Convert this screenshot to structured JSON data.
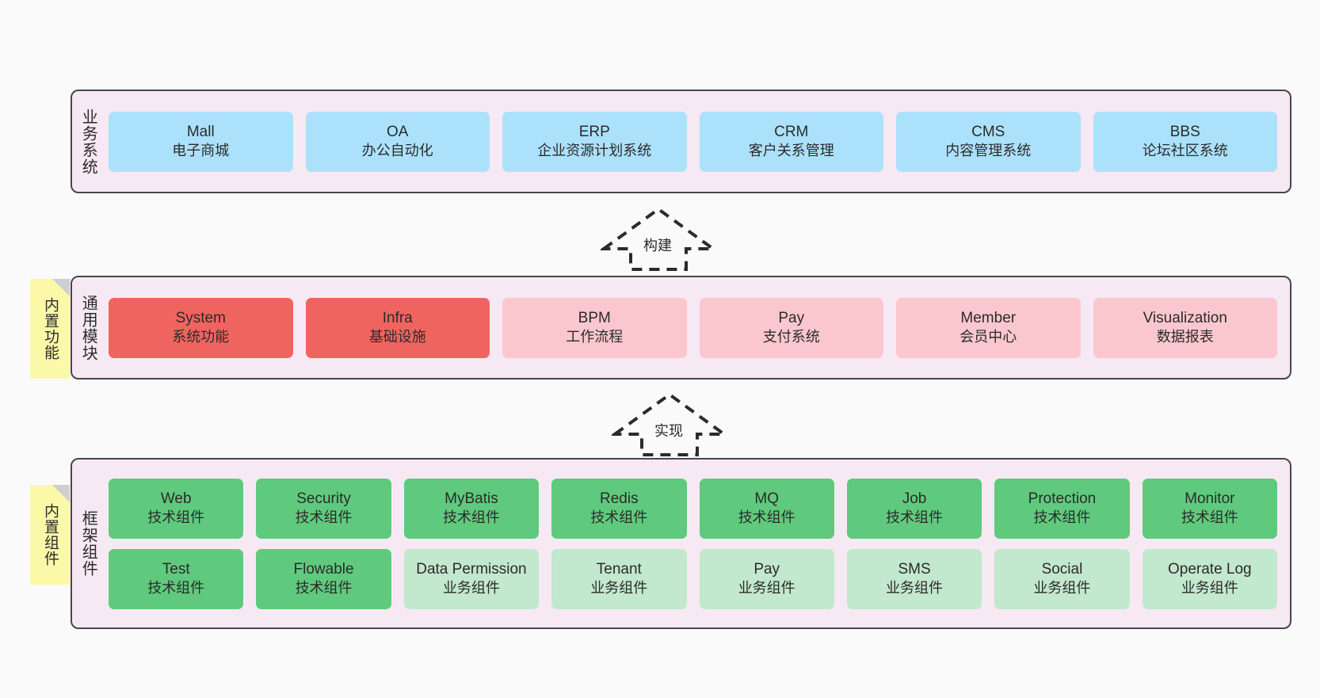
{
  "tiers": [
    {
      "id": "business-system",
      "title": "业务系统",
      "rows": [
        [
          {
            "name": "Mall",
            "sub": "电子商城",
            "color": "blue"
          },
          {
            "name": "OA",
            "sub": "办公自动化",
            "color": "blue"
          },
          {
            "name": "ERP",
            "sub": "企业资源计划系统",
            "color": "blue"
          },
          {
            "name": "CRM",
            "sub": "客户关系管理",
            "color": "blue"
          },
          {
            "name": "CMS",
            "sub": "内容管理系统",
            "color": "blue"
          },
          {
            "name": "BBS",
            "sub": "论坛社区系统",
            "color": "blue"
          }
        ]
      ]
    },
    {
      "id": "common-module",
      "title": "通用模块",
      "note": "内置功能",
      "rows": [
        [
          {
            "name": "System",
            "sub": "系统功能",
            "color": "red"
          },
          {
            "name": "Infra",
            "sub": "基础设施",
            "color": "red"
          },
          {
            "name": "BPM",
            "sub": "工作流程",
            "color": "pink"
          },
          {
            "name": "Pay",
            "sub": "支付系统",
            "color": "pink"
          },
          {
            "name": "Member",
            "sub": "会员中心",
            "color": "pink"
          },
          {
            "name": "Visualization",
            "sub": "数据报表",
            "color": "pink"
          }
        ]
      ]
    },
    {
      "id": "framework-component",
      "title": "框架组件",
      "note": "内置组件",
      "rows": [
        [
          {
            "name": "Web",
            "sub": "技术组件",
            "color": "green"
          },
          {
            "name": "Security",
            "sub": "技术组件",
            "color": "green"
          },
          {
            "name": "MyBatis",
            "sub": "技术组件",
            "color": "green"
          },
          {
            "name": "Redis",
            "sub": "技术组件",
            "color": "green"
          },
          {
            "name": "MQ",
            "sub": "技术组件",
            "color": "green"
          },
          {
            "name": "Job",
            "sub": "技术组件",
            "color": "green"
          },
          {
            "name": "Protection",
            "sub": "技术组件",
            "color": "green"
          },
          {
            "name": "Monitor",
            "sub": "技术组件",
            "color": "green"
          }
        ],
        [
          {
            "name": "Test",
            "sub": "技术组件",
            "color": "green"
          },
          {
            "name": "Flowable",
            "sub": "技术组件",
            "color": "green"
          },
          {
            "name": "Data Permission",
            "sub": "业务组件",
            "color": "lightgreen"
          },
          {
            "name": "Tenant",
            "sub": "业务组件",
            "color": "lightgreen"
          },
          {
            "name": "Pay",
            "sub": "业务组件",
            "color": "lightgreen"
          },
          {
            "name": "SMS",
            "sub": "业务组件",
            "color": "lightgreen"
          },
          {
            "name": "Social",
            "sub": "业务组件",
            "color": "lightgreen"
          },
          {
            "name": "Operate Log",
            "sub": "业务组件",
            "color": "lightgreen"
          }
        ]
      ]
    }
  ],
  "arrows": [
    {
      "id": "build",
      "label": "构建"
    },
    {
      "id": "implement",
      "label": "实现"
    }
  ],
  "colors": {
    "panel_bg": "#f7e9f3",
    "panel_border": "#4a4550",
    "blue": "#ace1fb",
    "red": "#f0645f",
    "pink": "#fbc7ce",
    "green": "#5fca7d",
    "light_green": "#c2e8cd",
    "note_bg": "#fbf8a8",
    "note_fold": "#cfcfcf",
    "background": "#fafafa"
  }
}
